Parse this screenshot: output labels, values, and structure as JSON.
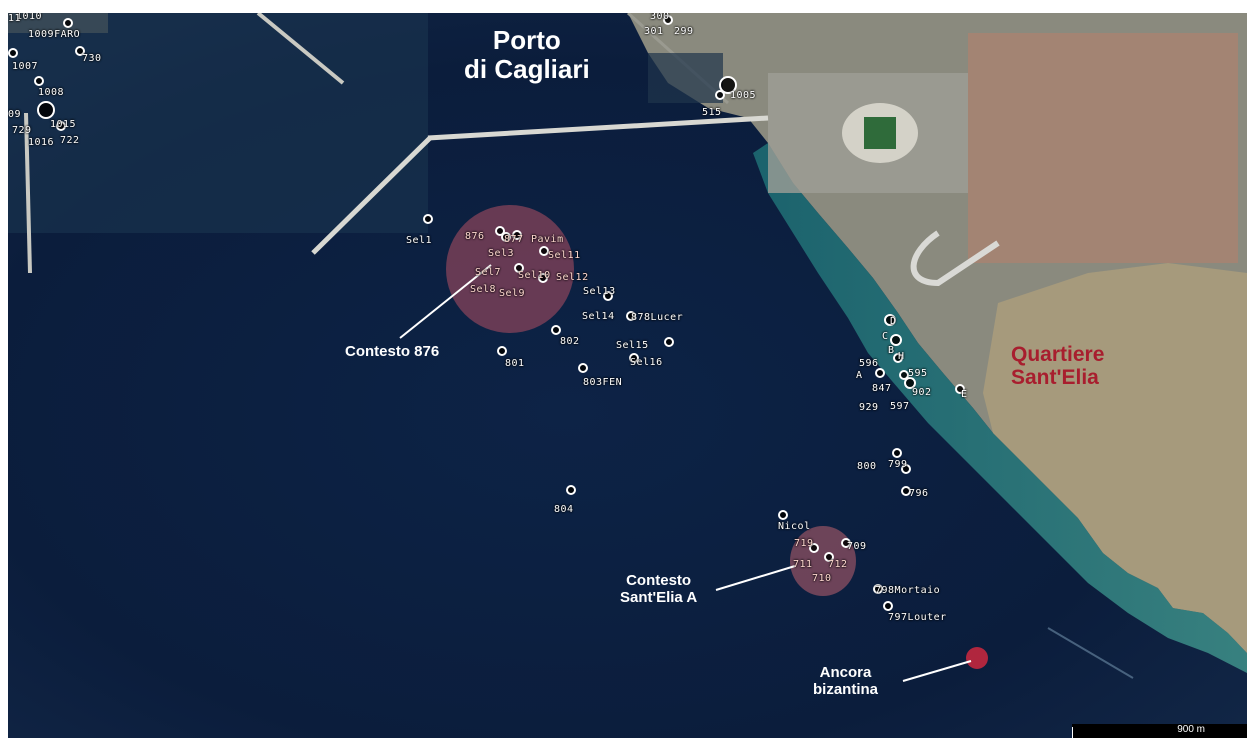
{
  "places": {
    "porto_line1": "Porto",
    "porto_line2": "di Cagliari",
    "quartiere_line1": "Quartiere",
    "quartiere_line2": "Sant'Elia"
  },
  "annotations": {
    "contesto_876": "Contesto 876",
    "sant_elia_line1": "Contesto",
    "sant_elia_line2": "Sant'Elia A",
    "ancora_line1": "Ancora",
    "ancora_line2": "bizantina"
  },
  "scale": "900 m",
  "find_labels": [
    "1010",
    "1009FARO",
    "1007",
    "1008",
    "730",
    "729",
    "1015",
    "1016",
    "722",
    "300",
    "301",
    "299",
    "1005",
    "515",
    "Sel1",
    "876",
    "877",
    "Pavim",
    "Sel3",
    "Sel11",
    "Sel7",
    "Sel10",
    "Sel12",
    "Sel8",
    "Sel9",
    "Sel13",
    "Sel14",
    "878Lucer",
    "802",
    "801",
    "Sel15",
    "Sel16",
    "803FEN",
    "D",
    "C",
    "B",
    "H",
    "596",
    "A",
    "595",
    "847",
    "902",
    "E",
    "929",
    "597",
    "800",
    "799",
    "796",
    "804",
    "Nicol",
    "719",
    "709",
    "711",
    "712",
    "710",
    "798Mortaio",
    "797Louter",
    "09",
    "11"
  ]
}
